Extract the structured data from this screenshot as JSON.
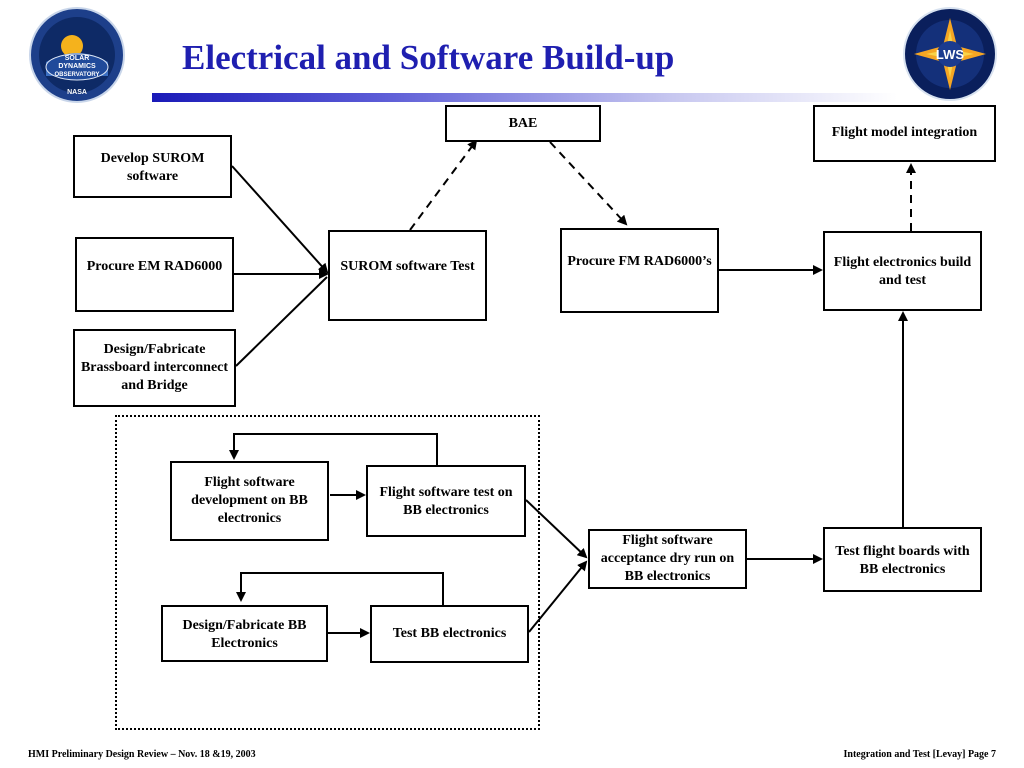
{
  "slide": {
    "title": "Electrical and Software Build-up",
    "footer_left": "HMI Preliminary Design Review – Nov. 18 &19, 2003",
    "footer_right": "Integration and Test [Levay] Page 7"
  },
  "logos": {
    "left": {
      "icon": "solar-dynamics-observatory-logo",
      "text_lines": [
        "SOLAR",
        "DYNAMICS",
        "OBSERVATORY"
      ],
      "footer": "NASA"
    },
    "right": {
      "icon": "living-with-a-star-logo",
      "text": "LWS"
    }
  },
  "nodes": {
    "develop_surom": {
      "label": "Develop SUROM software"
    },
    "procure_em": {
      "label": "Procure EM RAD6000"
    },
    "design_brassboard": {
      "label": "Design/Fabricate Brassboard interconnect and Bridge"
    },
    "surom_test": {
      "label": "SUROM software Test"
    },
    "bae": {
      "label": "BAE"
    },
    "procure_fm": {
      "label": "Procure FM RAD6000’s"
    },
    "flight_model_integration": {
      "label": "Flight model integration"
    },
    "flight_electronics": {
      "label": "Flight electronics build and test"
    },
    "flight_sw_dev": {
      "label": "Flight software development on BB electronics"
    },
    "flight_sw_test": {
      "label": "Flight software test on BB electronics"
    },
    "design_bb": {
      "label": "Design/Fabricate BB Electronics"
    },
    "test_bb": {
      "label": "Test BB electronics"
    },
    "flight_sw_acceptance": {
      "label": "Flight software acceptance dry run on BB electronics"
    },
    "test_flight_boards": {
      "label": "Test flight boards with BB electronics"
    }
  },
  "colors": {
    "title": "#1f1fb0",
    "bar_start": "#1a1ab8",
    "line": "#000000"
  }
}
